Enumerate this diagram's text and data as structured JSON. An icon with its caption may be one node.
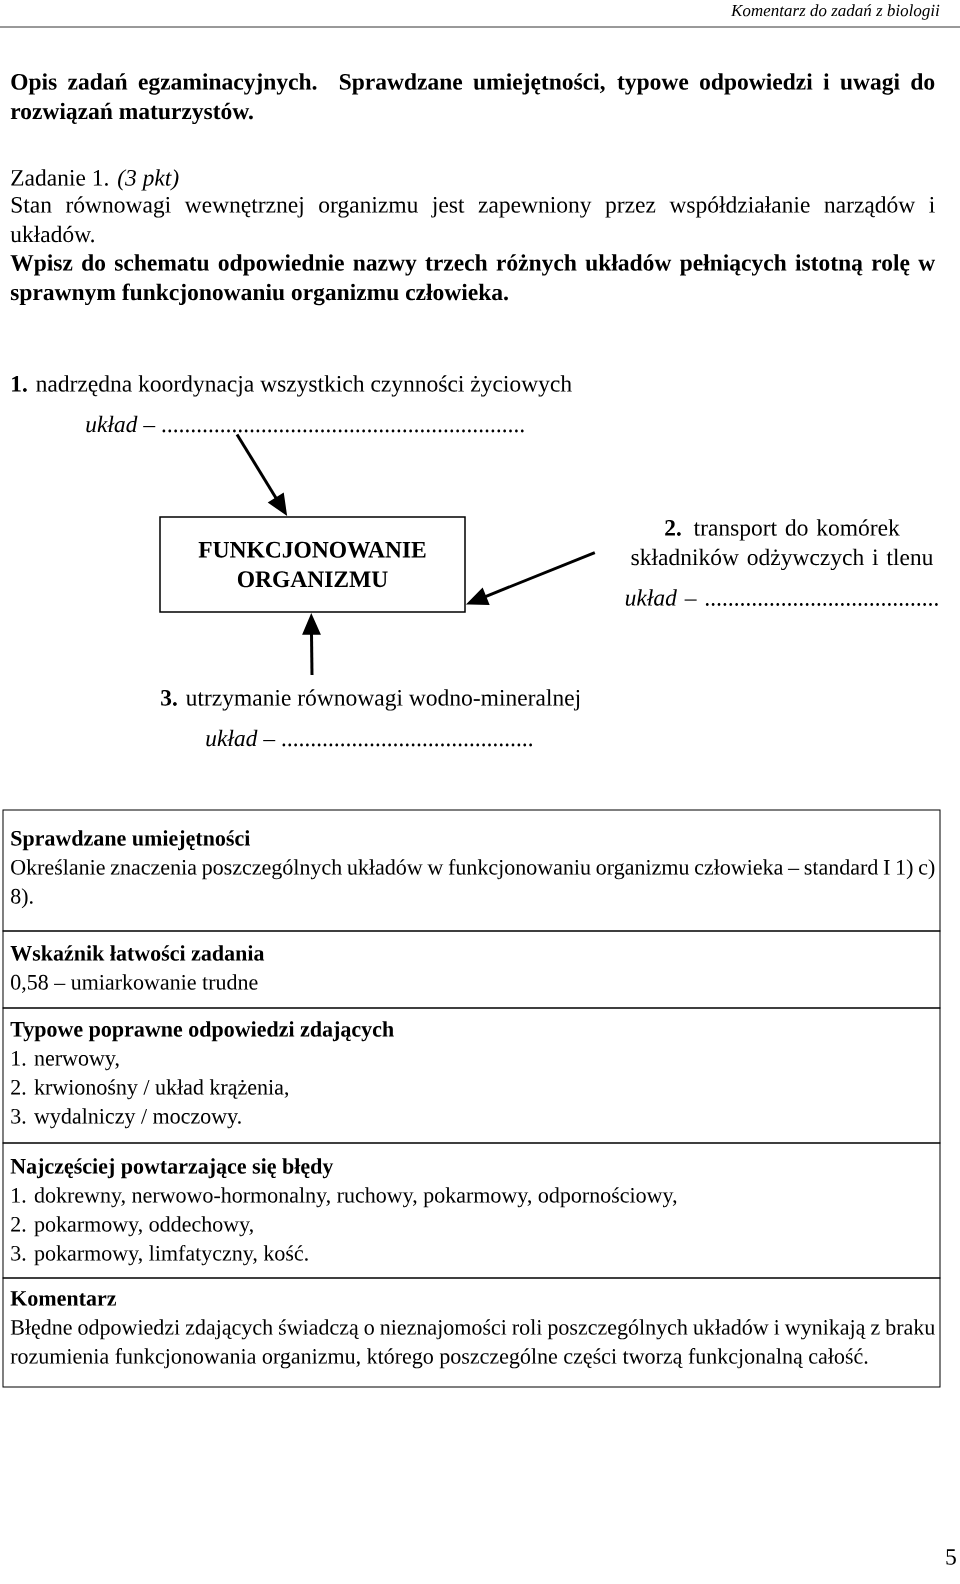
{
  "diagram": {
    "title": "Opis zadań egzaminacyjnych. Sprawdzane umiejętności, typowe odpowiedzi i uwagi do rozwiązań maturzystów.",
    "nodes": [
      {
        "text": [
          "FUNKCJONOWANIE ORGANIZMU"
        ]
      },
      {
        "text": [
          "**1.** nadrzędna koordynacja wszystkich czynności życiowych",
          "*układ* – .............................................................."
        ]
      },
      {
        "text": [
          "**2.** transport do komórek składników odżywczych i tlenu",
          "*układ* – ........................................"
        ]
      },
      {
        "text": [
          "**3.** utrzymanie równowagi wodno-mineralnej",
          "*układ* – ..........................................."
        ]
      }
    ],
    "edges": [
      {
        "from": 1,
        "to": 0,
        "arrow": "to"
      },
      {
        "from": 2,
        "to": 0,
        "arrow": "to"
      },
      {
        "from": 3,
        "to": 0,
        "arrow": "to"
      }
    ],
    "labels": [
      "Komentarz do zadań z biologii",
      "Zadanie 1. *(3 pkt)*",
      "Stan równowagi wewnętrznej organizmu jest zapewniony przez współdziałanie narządów i układów.",
      "Wpisz do schematu odpowiednie nazwy trzech różnych układów pełniących istotną rolę w sprawnym funkcjonowaniu organizmu człowieka.",
      "Sprawdzane umiejętności",
      "Określanie znaczenia poszczególnych układów w funkcjonowaniu organizmu człowieka – standard I 1) c) 8).",
      "Wskaźnik łatwości zadania",
      "0,58 – umiarkowanie trudne",
      "Typowe poprawne odpowiedzi zdających",
      "1. nerwowy,",
      "2. krwionośny / układ krążenia,",
      "3. wydalniczy / moczowy.",
      "Najczęściej powtarzające się błędy",
      "1. dokrewny, nerwowo-hormonalny, ruchowy, pokarmowy, odpornościowy,",
      "2. pokarmowy, oddechowy,",
      "3. pokarmowy, limfatyczny, kość.",
      "Komentarz",
      "Błędne odpowiedzi zdających świadczą o nieznajomości roli poszczególnych układów i wynikają z braku rozumienia funkcjonowania organizmu, którego poszczególne części tworzą funkcjonalną całość.",
      "5"
    ]
  }
}
